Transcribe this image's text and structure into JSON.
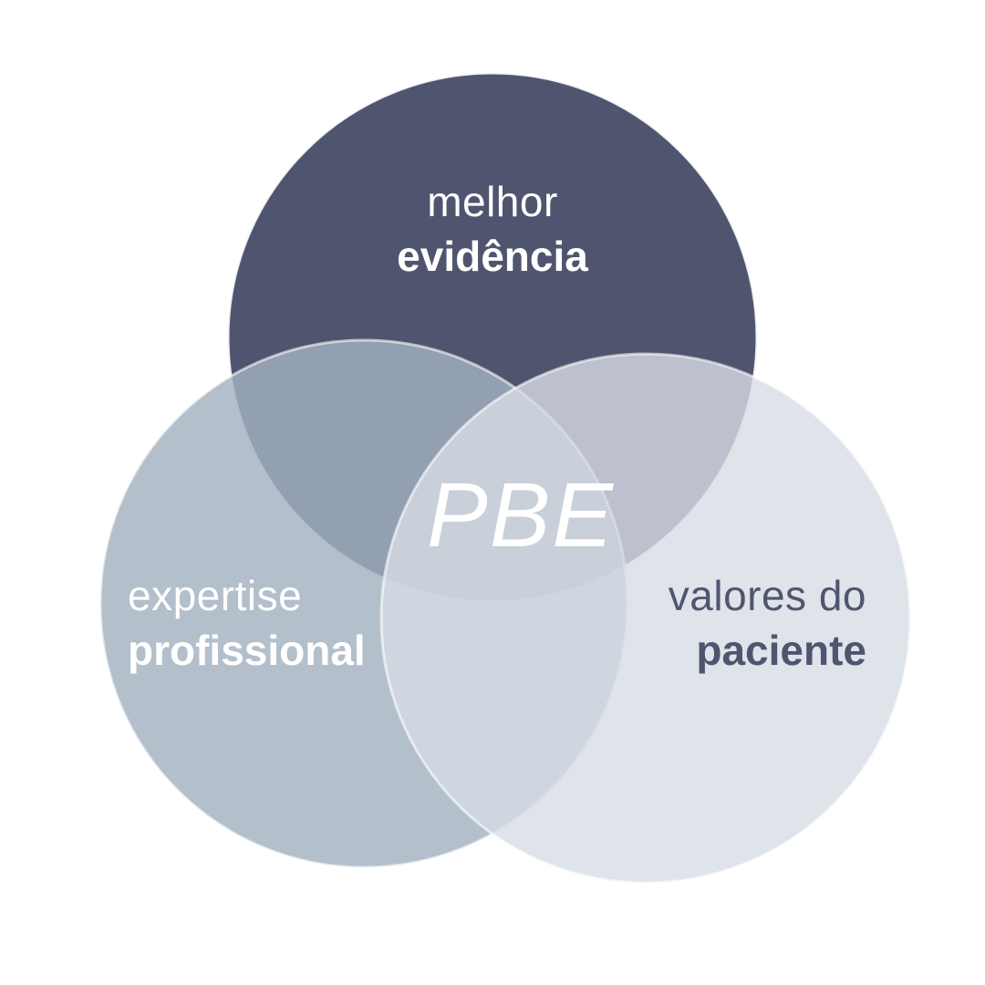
{
  "diagram": {
    "type": "venn",
    "center_label": "PBE",
    "circles": [
      {
        "id": "top",
        "line1": "melhor",
        "line2": "evidência",
        "color": "#50556f"
      },
      {
        "id": "left",
        "line1": "expertise",
        "line2": "profissional",
        "color": "#a2b1bf"
      },
      {
        "id": "right",
        "line1": "valores do",
        "line2": "paciente",
        "color": "#d7dce5"
      }
    ]
  }
}
